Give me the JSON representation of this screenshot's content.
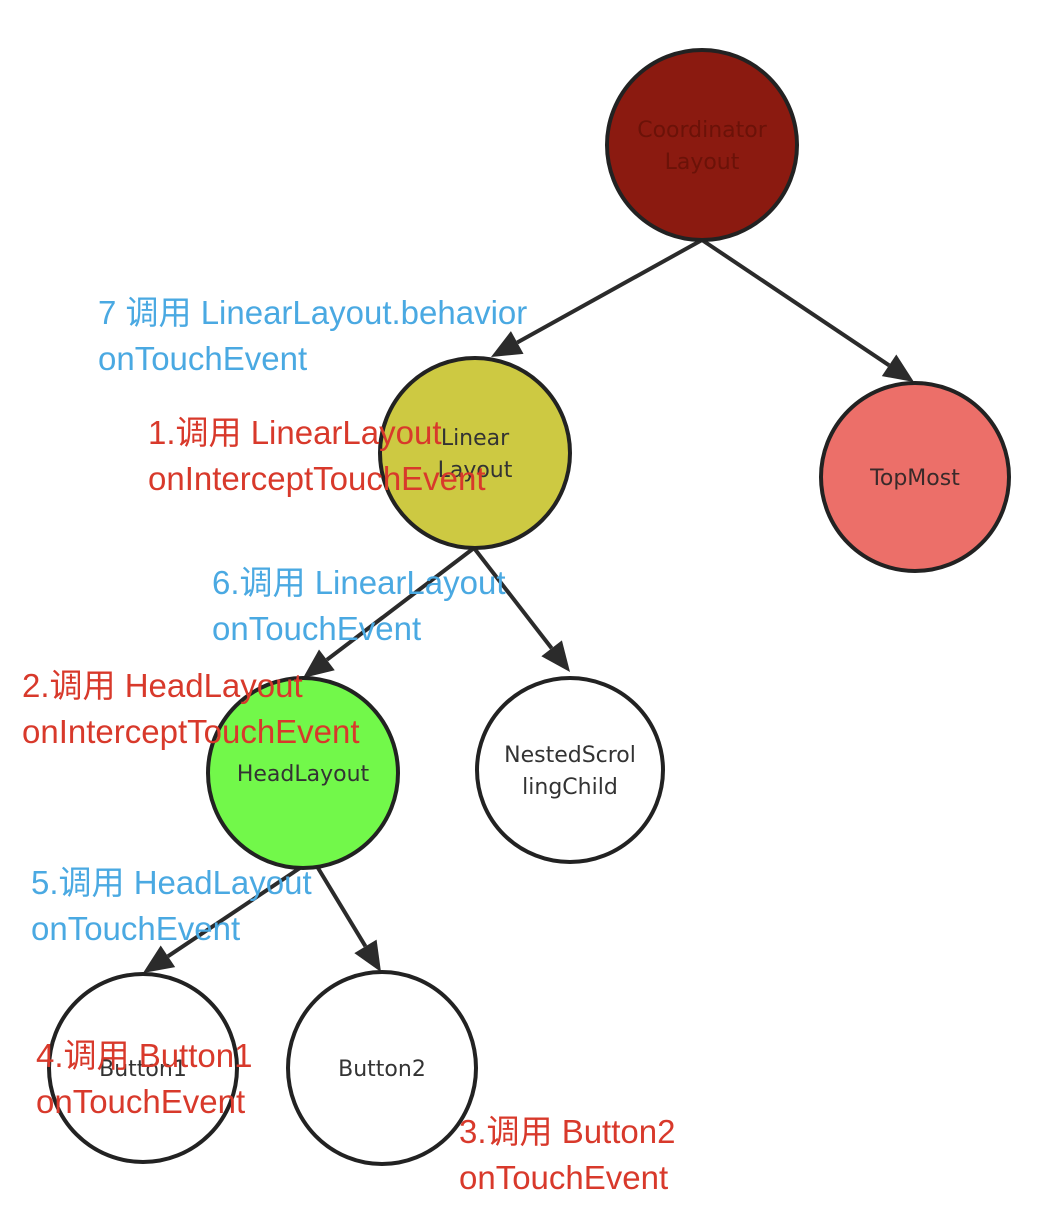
{
  "colors": {
    "edge": "#2b2b2b",
    "note_red": "#d8392b",
    "note_blue": "#4aa9e2"
  },
  "nodes": [
    {
      "id": "coordinator",
      "lines": [
        "Coordinator",
        "Layout"
      ],
      "fill": "#8b1a10",
      "text_color": "#6b1208"
    },
    {
      "id": "linear",
      "lines": [
        "Linear",
        "Layout"
      ],
      "fill": "#cdc942",
      "text_color": "#333333"
    },
    {
      "id": "topmost",
      "lines": [
        "TopMost"
      ],
      "fill": "#ec6f69",
      "text_color": "#3a2a2a"
    },
    {
      "id": "headlayout",
      "lines": [
        "HeadLayout"
      ],
      "fill": "#72f84a",
      "text_color": "#333333"
    },
    {
      "id": "nested",
      "lines": [
        "NestedScrol",
        "lingChild"
      ],
      "fill": "#ffffff",
      "text_color": "#333333"
    },
    {
      "id": "button1",
      "lines": [
        "Button1"
      ],
      "fill": "#ffffff",
      "text_color": "#333333"
    },
    {
      "id": "button2",
      "lines": [
        "Button2"
      ],
      "fill": "#ffffff",
      "text_color": "#333333"
    }
  ],
  "edges": [
    {
      "from": "coordinator",
      "to": "linear"
    },
    {
      "from": "coordinator",
      "to": "topmost"
    },
    {
      "from": "linear",
      "to": "headlayout"
    },
    {
      "from": "linear",
      "to": "nested"
    },
    {
      "from": "headlayout",
      "to": "button1"
    },
    {
      "from": "headlayout",
      "to": "button2"
    }
  ],
  "notes": [
    {
      "id": "step7",
      "color": "blue",
      "lines": [
        "7 调用 LinearLayout.behavior",
        "onTouchEvent"
      ]
    },
    {
      "id": "step1",
      "color": "red",
      "lines": [
        "1.调用 LinearLayout",
        "onInterceptTouchEvent"
      ]
    },
    {
      "id": "step6",
      "color": "blue",
      "lines": [
        "6.调用 LinearLayout",
        "onTouchEvent"
      ]
    },
    {
      "id": "step2",
      "color": "red",
      "lines": [
        "2.调用 HeadLayout",
        "onInterceptTouchEvent"
      ]
    },
    {
      "id": "step5",
      "color": "blue",
      "lines": [
        "5.调用 HeadLayout",
        "onTouchEvent"
      ]
    },
    {
      "id": "step4",
      "color": "red",
      "lines": [
        "4.调用 Button1",
        "onTouchEvent"
      ]
    },
    {
      "id": "step3",
      "color": "red",
      "lines": [
        "3.调用 Button2",
        "onTouchEvent"
      ]
    }
  ]
}
